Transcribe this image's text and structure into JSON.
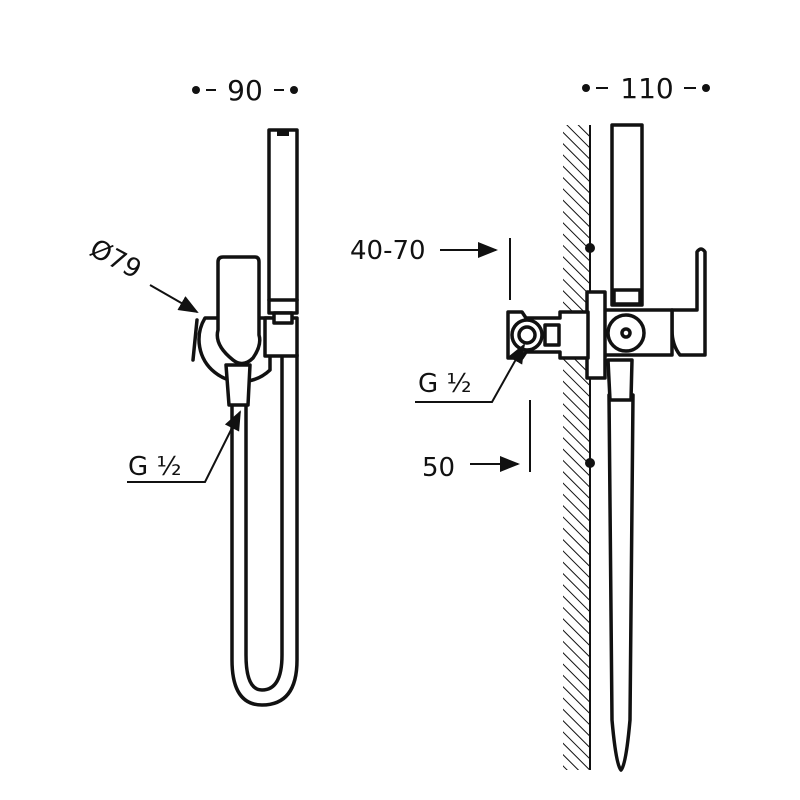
{
  "left_view": {
    "width_dim": "90",
    "diameter_label": "Ø79",
    "thread_label": "G ½"
  },
  "right_view": {
    "depth_dim": "110",
    "wall_range_label": "40-70",
    "thread_label": "G ½",
    "offset_label": "50"
  },
  "colors": {
    "line": "#111111",
    "background": "#ffffff"
  }
}
